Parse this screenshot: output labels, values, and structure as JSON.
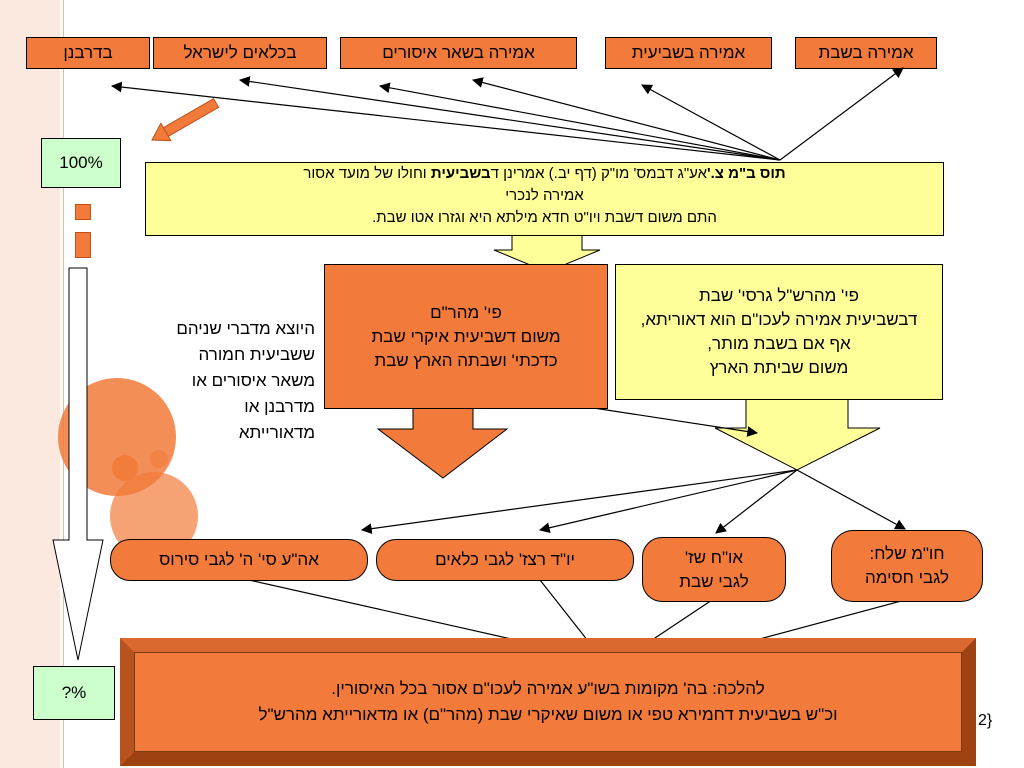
{
  "top_boxes": [
    {
      "label": "אמירה בשבת"
    },
    {
      "label": "אמירה בשביעית"
    },
    {
      "label": "אמירה בשאר איסורים"
    },
    {
      "label": "בכלאים לישראל"
    },
    {
      "label": "בדרבנן"
    }
  ],
  "percent_top": "100%",
  "percent_bottom": "?%",
  "tosafot": {
    "title": "תוס ב\"מ צ.'",
    "line1_a": "אע\"ג דבמס' מו\"ק (דף יב.) אמרינן ד",
    "line1_bold": "בשביעית",
    "line1_b": " וחולו של מועד אסור",
    "line2": "אמירה לנכרי",
    "line3": "התם משום דשבת ויו\"ט חדא מילתא היא וגזרו אטו שבת."
  },
  "maharam": {
    "title": "פי' מהר\"ם",
    "line1": "משום דשביעית איקרי שבת",
    "line2": "כדכתי' ושבתה הארץ שבת"
  },
  "maharshal": {
    "line1": "פי' מהרש\"ל גרסי' שבת",
    "line2": "דבשביעית אמירה לעכו\"ם הוא דאוריתא,",
    "line3": "אף אם בשבת מותר,",
    "line4": "משום שביתת הארץ"
  },
  "side_text": {
    "line1": "היוצא מדברי שניהם",
    "line2": "ששביעית חמורה",
    "line3": "משאר איסורים או",
    "line4": "מדרבנן או",
    "line5": "מדאורייתא"
  },
  "pills": {
    "choshen": {
      "line1": "חו\"מ שלח:",
      "line2": "לגבי חסימה"
    },
    "orach": {
      "line1": "או\"ח שז'",
      "line2": "לגבי שבת"
    },
    "yoreh": {
      "label": "יו\"ד רצז' לגבי כלאים"
    },
    "evenhaezer": {
      "label": "אה\"ע סי' ה' לגבי סירוס"
    }
  },
  "conclusion": {
    "line1": "להלכה: בה' מקומות בשו\"ע אמירה לעכו\"ם אסור בכל האיסורין.",
    "line2": "וכ\"ש בשביעית דחמירא טפי או משום שאיקרי שבת (מהר\"ם) או מדאורייתא מהרש\"ל"
  },
  "footnote": "2}",
  "colors": {
    "orange": "#f27a3a",
    "yellow": "#ffff99",
    "green": "#ccffcc",
    "frame": "#c55a22"
  }
}
